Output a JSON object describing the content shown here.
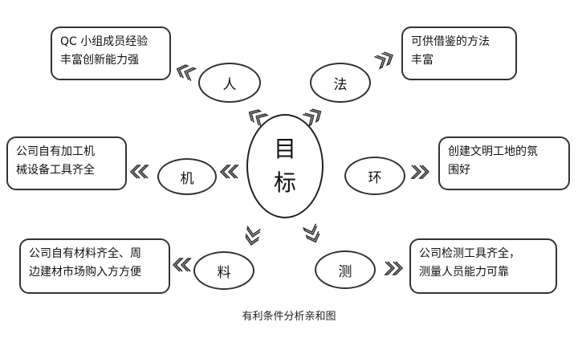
{
  "center": {
    "line1": "目",
    "line2": "标"
  },
  "factors": {
    "person": {
      "label": "人",
      "desc": [
        "QC 小组成员经验",
        "丰富创新能力强"
      ]
    },
    "method": {
      "label": "法",
      "desc": [
        "可供借鉴的方法",
        "丰富"
      ]
    },
    "machine": {
      "label": "机",
      "desc": [
        "公司自有加工机",
        "械设备工具齐全"
      ]
    },
    "environment": {
      "label": "环",
      "desc": [
        "创建文明工地的氛",
        "围好"
      ]
    },
    "material": {
      "label": "料",
      "desc": [
        "公司自有材料齐全、周",
        "边建材市场购入方方便"
      ]
    },
    "measurement": {
      "label": "测",
      "desc": [
        "公司检测工具齐全，",
        "测量人员能力可靠"
      ]
    }
  },
  "caption": "有利条件分析亲和图"
}
